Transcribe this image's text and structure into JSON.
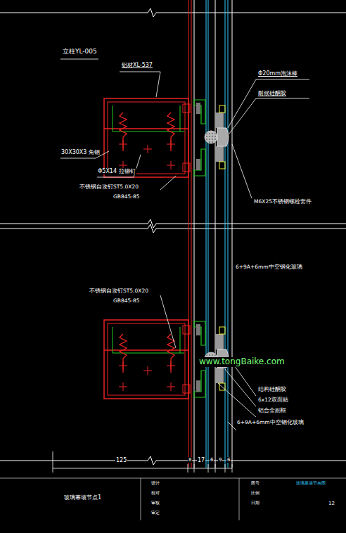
{
  "diagram": {
    "labels": [
      "立柱YL-005",
      "铝材XL-537",
      "Φ20mm泡沫棒",
      "耐候硅酮胶",
      "30X30X3 角钢",
      "Φ5X14 拉铆钉",
      "不锈钢自攻钉ST5.0X20",
      "GB845-85",
      "M6X25不锈钢螺栓套件",
      "6+9A+6mm中空钢化玻璃",
      "不锈钢自攻钉ST5.0X20",
      "GB845-85",
      "www.tongBaike.com",
      "结构硅酮胶",
      "6x12双面贴",
      "铝合金副框",
      "6+9A+6mm中空钢化玻璃",
      "125",
      "8",
      "17",
      "6",
      "9",
      "6",
      "玻璃幕墙节点1",
      "设计",
      "校对",
      "审核",
      "审定",
      "图号",
      "比例",
      "日期",
      "玻璃幕墙节点图",
      "12"
    ]
  }
}
